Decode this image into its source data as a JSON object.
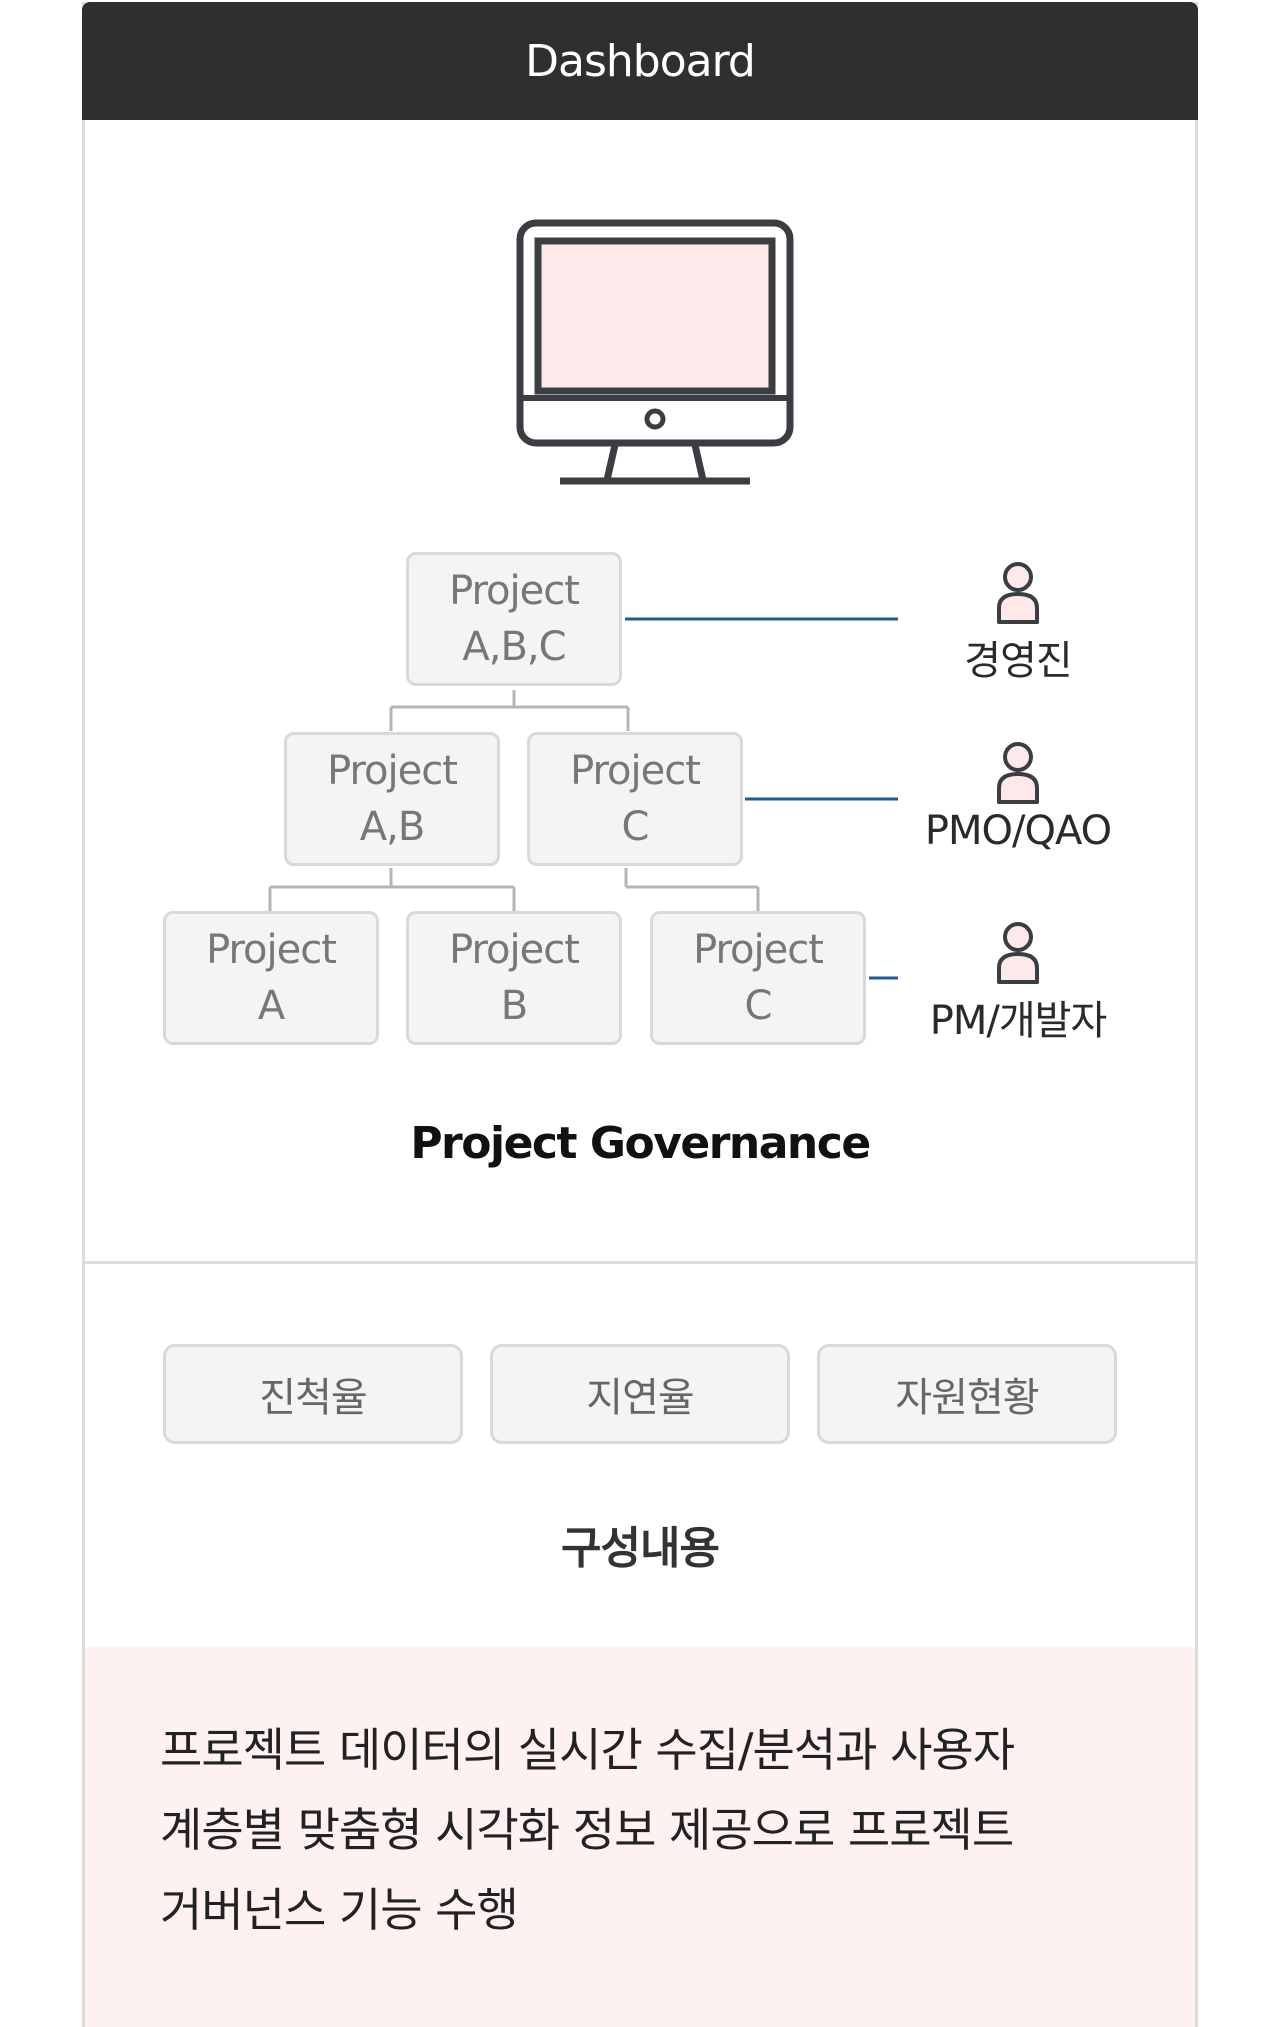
{
  "header": {
    "title": "Dashboard"
  },
  "colors": {
    "header_bg": "#2f2f2f",
    "screen_fill": "#fde8ea",
    "connector_blue": "#1f5a96",
    "person_fill": "#fde8ea",
    "description_bg": "#fdf1f1"
  },
  "governance": {
    "root": {
      "line1": "Project",
      "line2": "A,B,C"
    },
    "mid_left": {
      "line1": "Project",
      "line2": "A,B"
    },
    "mid_right": {
      "line1": "Project",
      "line2": "C"
    },
    "leaf_a": {
      "line1": "Project",
      "line2": "A"
    },
    "leaf_b": {
      "line1": "Project",
      "line2": "B"
    },
    "leaf_c": {
      "line1": "Project",
      "line2": "C"
    },
    "roles": [
      {
        "icon": "person-icon",
        "label": "경영진"
      },
      {
        "icon": "person-icon",
        "label": "PMO/QAO"
      },
      {
        "icon": "person-icon",
        "label": "PM/개발자"
      }
    ],
    "title": "Project Governance"
  },
  "features": {
    "items": [
      "진척율",
      "지연율",
      "자원현황"
    ],
    "title": "구성내용"
  },
  "description": {
    "line1": "프로젝트 데이터의 실시간 수집/분석과 사용자",
    "line2": "계층별 맞춤형 시각화 정보 제공으로 프로젝트",
    "line3": "거버넌스 기능 수행"
  }
}
